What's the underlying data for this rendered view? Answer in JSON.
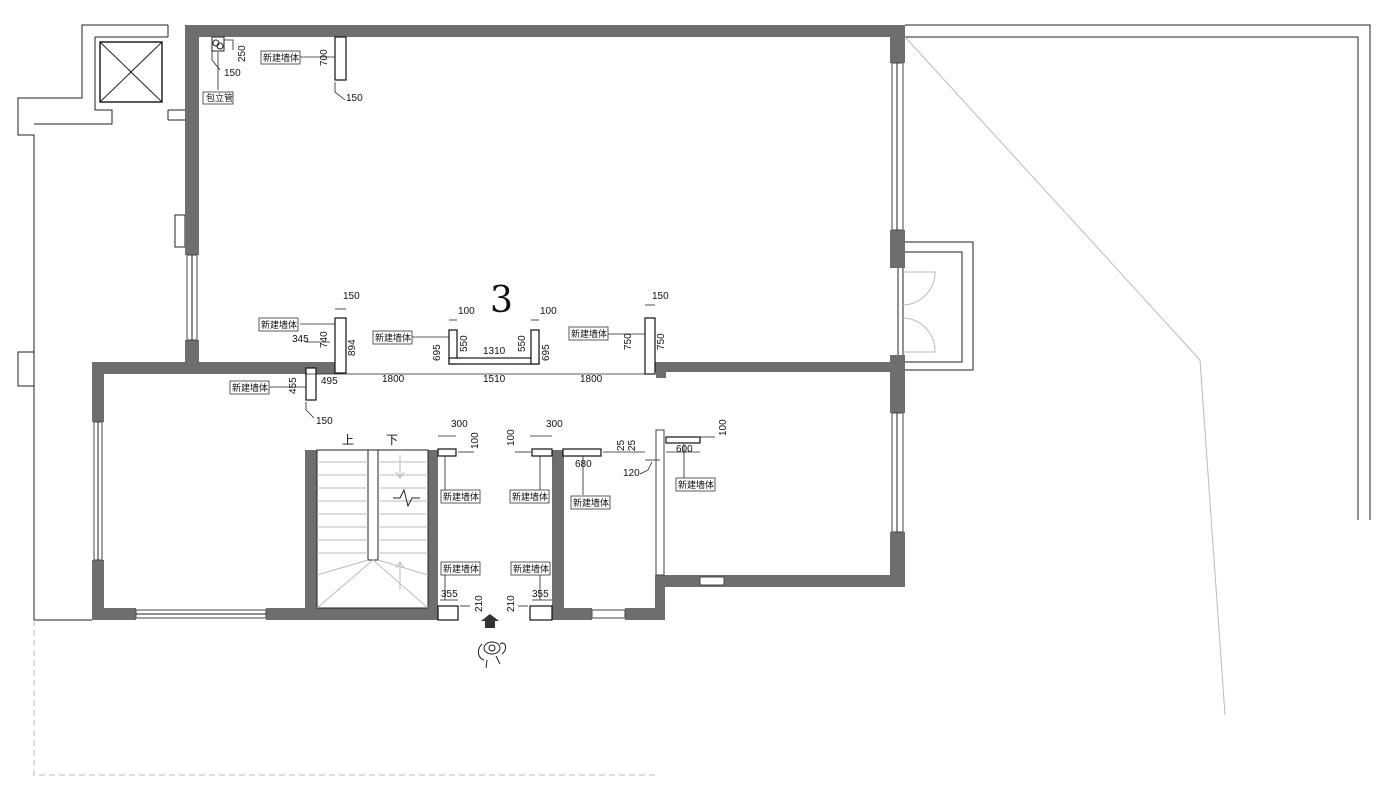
{
  "room_number": "3",
  "stair_up_label": "上",
  "stair_down_label": "下",
  "new_wall_label": "新建墙体",
  "pipe_label": "包立管",
  "dimensions": {
    "pipe_250": "250",
    "pipe_150": "150",
    "wall1_700": "700",
    "wall1_150": "150",
    "left_150": "150",
    "left_740": "740",
    "left_894": "894",
    "left_345": "345",
    "left_495": "495",
    "left_455": "455",
    "left_bottom_150": "150",
    "center_100_left": "100",
    "center_100_right": "100",
    "center_695_left": "695",
    "center_550_left": "550",
    "center_1310": "1310",
    "center_550_right": "550",
    "center_695_right": "695",
    "right_150": "150",
    "right_750_a": "750",
    "right_750_b": "750",
    "span_1800_left": "1800",
    "span_1510": "1510",
    "span_1800_right": "1800",
    "stair_300": "300",
    "stair_100": "100",
    "corr_100": "100",
    "corr_300": "300",
    "corr_680": "680",
    "corr_25_a": "25",
    "corr_25_b": "25",
    "corr_120": "120",
    "corr_600": "600",
    "corr_100_right": "100",
    "bottom_355_left": "355",
    "bottom_210_left": "210",
    "bottom_210_right": "210",
    "bottom_355_right": "355"
  },
  "icons": {
    "entry": "entry-arrow-icon",
    "person": "person-figure-icon",
    "elevator": "elevator-shaft-icon"
  }
}
